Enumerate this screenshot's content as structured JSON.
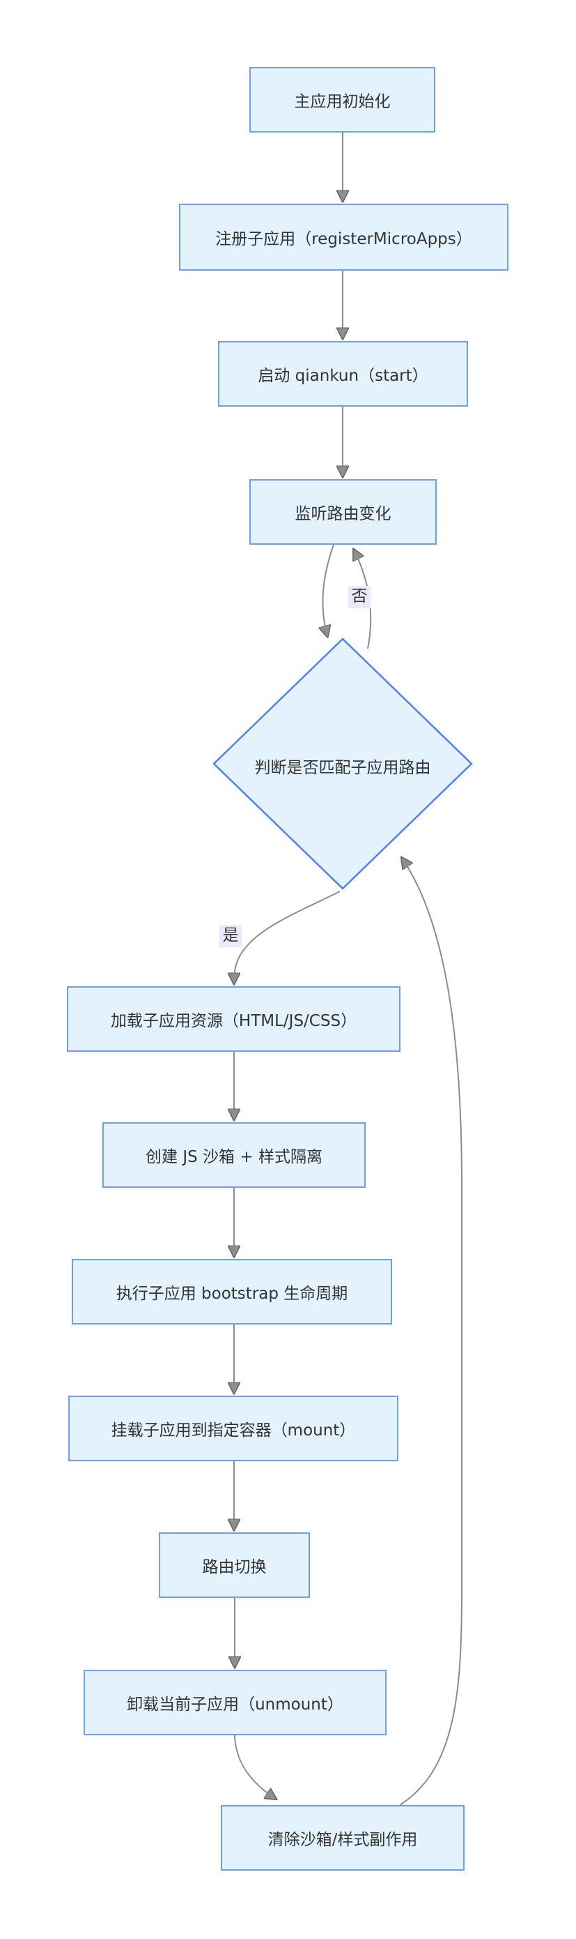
{
  "diagram": {
    "type": "flowchart",
    "direction": "top-down",
    "nodes": [
      {
        "id": "init",
        "shape": "rect",
        "label": "主应用初始化"
      },
      {
        "id": "register",
        "shape": "rect",
        "label": "注册子应用（registerMicroApps）"
      },
      {
        "id": "start",
        "shape": "rect",
        "label": "启动 qiankun（start）"
      },
      {
        "id": "listen",
        "shape": "rect",
        "label": "监听路由变化"
      },
      {
        "id": "match",
        "shape": "diamond",
        "label": "判断是否匹配子应用路由"
      },
      {
        "id": "load",
        "shape": "rect",
        "label": "加载子应用资源（HTML/JS/CSS）"
      },
      {
        "id": "sandbox",
        "shape": "rect",
        "label": "创建 JS 沙箱 + 样式隔离"
      },
      {
        "id": "bootstrap",
        "shape": "rect",
        "label": "执行子应用 bootstrap 生命周期"
      },
      {
        "id": "mount",
        "shape": "rect",
        "label": "挂载子应用到指定容器（mount）"
      },
      {
        "id": "route",
        "shape": "rect",
        "label": "路由切换"
      },
      {
        "id": "unmount",
        "shape": "rect",
        "label": "卸载当前子应用（unmount）"
      },
      {
        "id": "cleanup",
        "shape": "rect",
        "label": "清除沙箱/样式副作用"
      }
    ],
    "edges": [
      {
        "from": "init",
        "to": "register",
        "label": ""
      },
      {
        "from": "register",
        "to": "start",
        "label": ""
      },
      {
        "from": "start",
        "to": "listen",
        "label": ""
      },
      {
        "from": "listen",
        "to": "match",
        "label": ""
      },
      {
        "from": "match",
        "to": "listen",
        "label": "否"
      },
      {
        "from": "match",
        "to": "load",
        "label": "是"
      },
      {
        "from": "load",
        "to": "sandbox",
        "label": ""
      },
      {
        "from": "sandbox",
        "to": "bootstrap",
        "label": ""
      },
      {
        "from": "bootstrap",
        "to": "mount",
        "label": ""
      },
      {
        "from": "mount",
        "to": "route",
        "label": ""
      },
      {
        "from": "route",
        "to": "unmount",
        "label": ""
      },
      {
        "from": "unmount",
        "to": "cleanup",
        "label": ""
      },
      {
        "from": "cleanup",
        "to": "match",
        "label": ""
      }
    ],
    "colors": {
      "node_fill": "#E3F2FD",
      "node_border": "#6F9FEB",
      "decision_border": "#4F83EC",
      "edge_stroke": "#8C8C8C",
      "edge_label_bg": "#EDE9F8",
      "text": "#333333",
      "background": "#FFFFFF"
    }
  }
}
